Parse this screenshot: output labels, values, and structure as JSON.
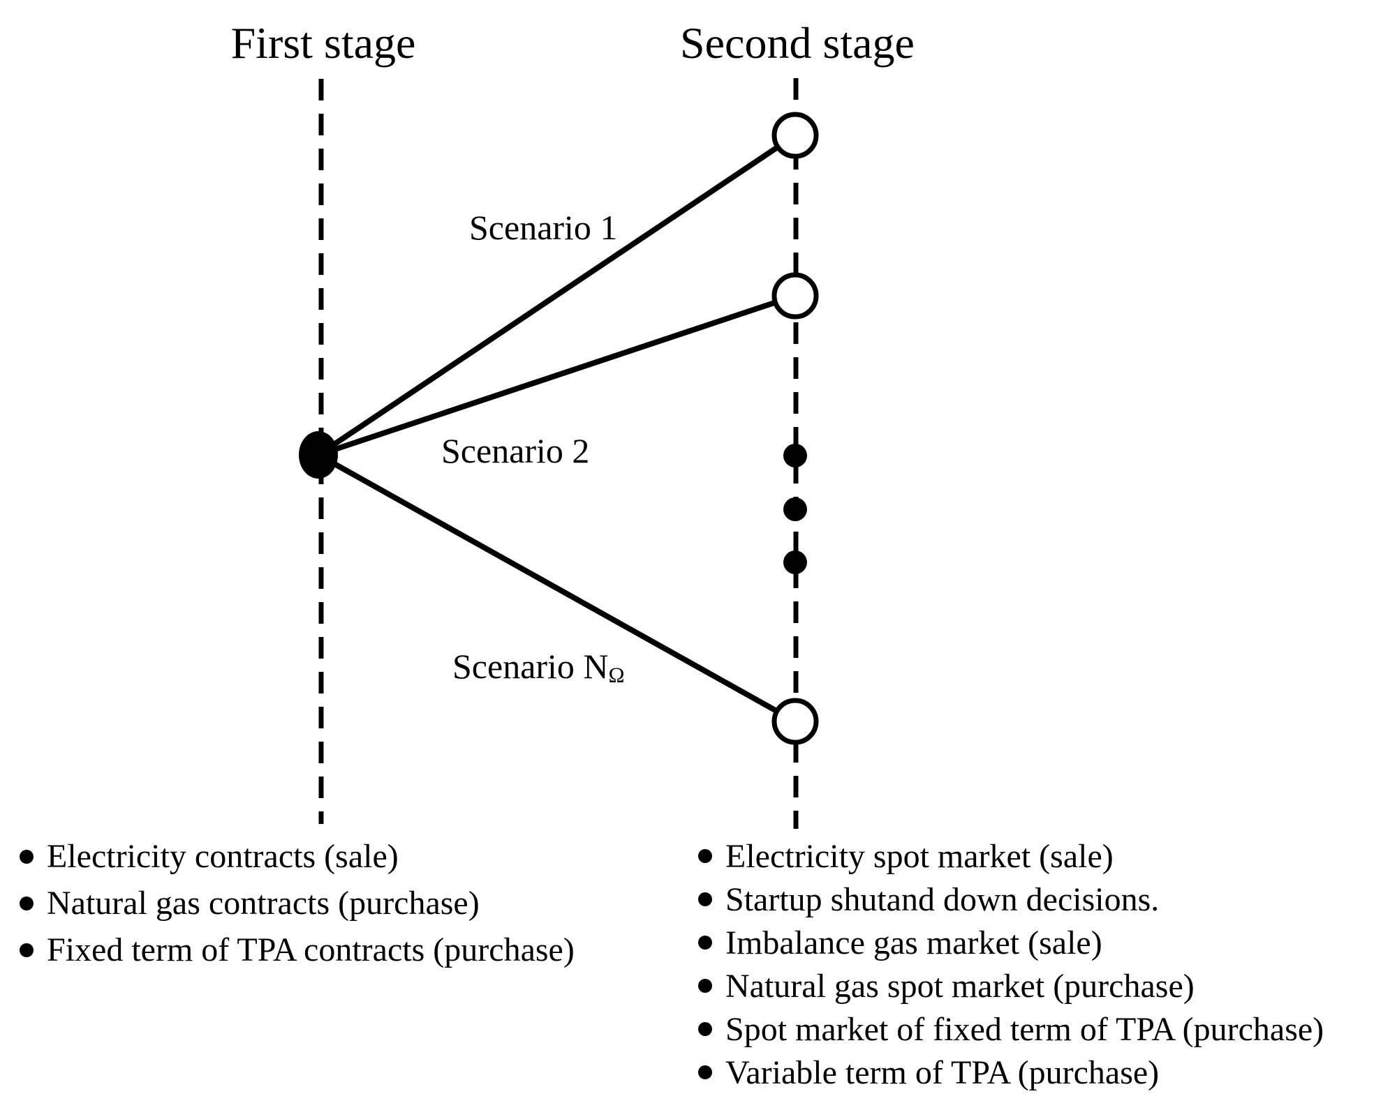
{
  "stages": {
    "first": {
      "title": "First stage"
    },
    "second": {
      "title": "Second stage"
    }
  },
  "scenarios": {
    "s1_label": "Scenario 1",
    "s2_label": "Scenario 2",
    "sn_label_main": "Scenario N",
    "sn_label_sub": "Ω"
  },
  "first_stage_decisions": {
    "items": [
      "Electricity contracts (sale)",
      "Natural gas contracts (purchase)",
      "Fixed term of TPA contracts (purchase)"
    ]
  },
  "second_stage_decisions": {
    "items": [
      "Electricity spot market (sale)",
      "Startup shutand down decisions.",
      "Imbalance gas market (sale)",
      "Natural gas spot market (purchase)",
      "Spot market of fixed term of TPA (purchase)",
      "Variable term of TPA (purchase)"
    ]
  },
  "colors": {
    "ink": "#000000",
    "background": "#ffffff",
    "node_fill": "#ffffff"
  }
}
